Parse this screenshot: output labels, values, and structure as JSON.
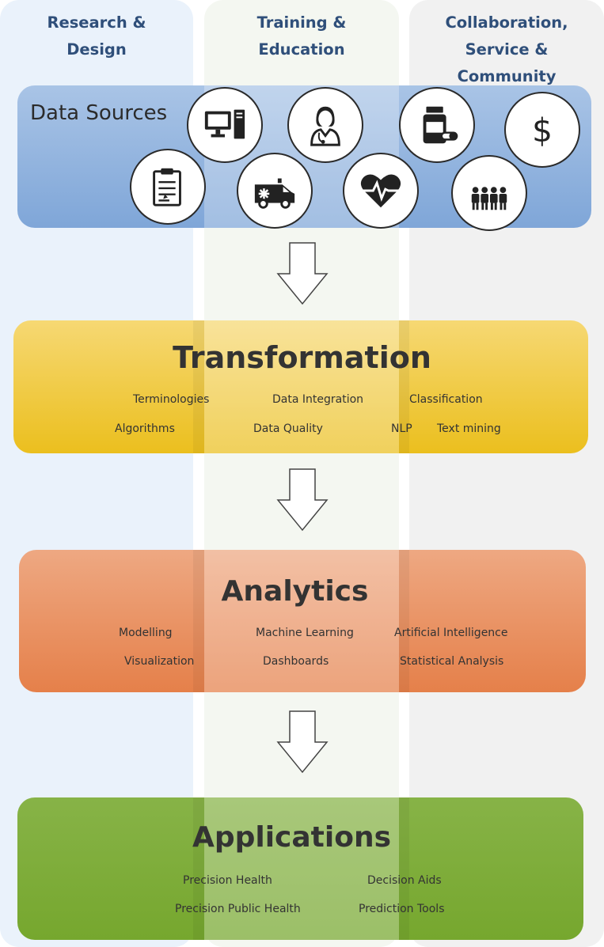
{
  "columns": [
    {
      "label": "Research &\nDesign"
    },
    {
      "label": "Training &\nEducation"
    },
    {
      "label": "Collaboration,\nService &\nCommunity"
    }
  ],
  "data_sources": {
    "title": "Data Sources",
    "icons": [
      "computer-icon",
      "doctor-icon",
      "medicine-bottle-icon",
      "dollar-icon",
      "clipboard-icon",
      "ambulance-icon",
      "heart-rate-icon",
      "people-icon"
    ]
  },
  "transformation": {
    "title": "Transformation",
    "terms": [
      "Terminologies",
      "Data Integration",
      "Classification",
      "Algorithms",
      "Data Quality",
      "NLP",
      "Text mining"
    ]
  },
  "analytics": {
    "title": "Analytics",
    "terms": [
      "Modelling",
      "Machine Learning",
      "Artificial Intelligence",
      "Visualization",
      "Dashboards",
      "Statistical Analysis"
    ]
  },
  "applications": {
    "title": "Applications",
    "terms": [
      "Precision Health",
      "Decision Aids",
      "Precision Public Health",
      "Prediction Tools"
    ]
  },
  "colors": {
    "column_title": "#2f4f7a",
    "data_sources": "#8fb1de",
    "transformation": "#f0c93a",
    "analytics": "#e88a55",
    "applications": "#7aab34"
  }
}
